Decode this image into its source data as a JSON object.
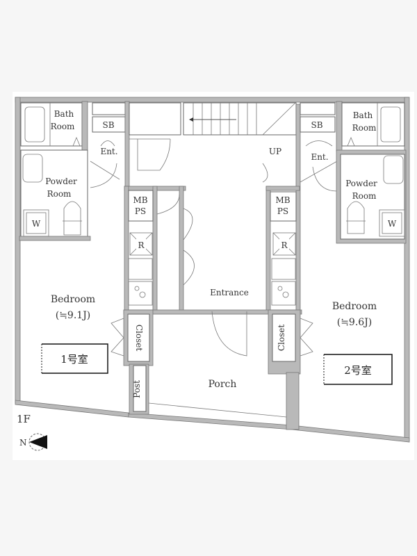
{
  "floor": "1F",
  "compass": {
    "north_label": "N"
  },
  "units": [
    {
      "tag": "1号室",
      "bedroom": "Bedroom",
      "size": "(≒9.1J)"
    },
    {
      "tag": "2号室",
      "bedroom": "Bedroom",
      "size": "(≒9.6J)"
    }
  ],
  "rooms": {
    "bath_line1": "Bath",
    "bath_line2": "Room",
    "powder_line1": "Powder",
    "powder_line2": "Room",
    "washer": "W",
    "shoe_box": "SB",
    "unit_entry": "Ent.",
    "meter_line1": "MB",
    "meter_line2": "PS",
    "kitchen": "R",
    "closet": "Closet",
    "entrance": "Entrance",
    "porch": "Porch",
    "post": "Post",
    "stairs_up": "UP"
  }
}
